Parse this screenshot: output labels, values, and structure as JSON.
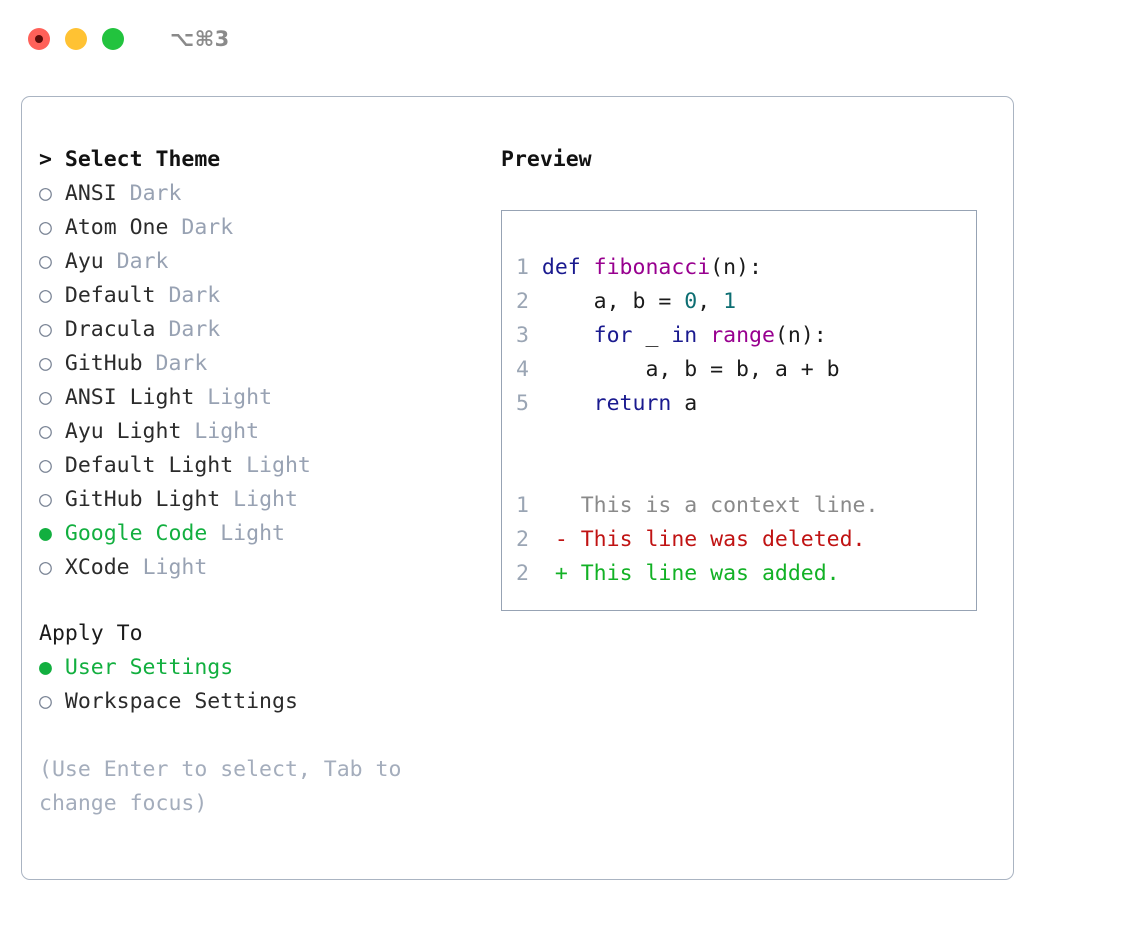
{
  "window": {
    "shortcut_label": "⌥⌘3",
    "traffic_lights": [
      "close-red",
      "minimize-yellow",
      "maximize-green"
    ]
  },
  "theme_panel": {
    "heading": "> Select Theme",
    "selected_theme": "Google Code",
    "items": [
      {
        "marker": "○",
        "name": "ANSI",
        "tag": "Dark",
        "selected": false
      },
      {
        "marker": "○",
        "name": "Atom One",
        "tag": "Dark",
        "selected": false
      },
      {
        "marker": "○",
        "name": "Ayu",
        "tag": "Dark",
        "selected": false
      },
      {
        "marker": "○",
        "name": "Default",
        "tag": "Dark",
        "selected": false
      },
      {
        "marker": "○",
        "name": "Dracula",
        "tag": "Dark",
        "selected": false
      },
      {
        "marker": "○",
        "name": "GitHub",
        "tag": "Dark",
        "selected": false
      },
      {
        "marker": "○",
        "name": "ANSI Light",
        "tag": "Light",
        "selected": false
      },
      {
        "marker": "○",
        "name": "Ayu Light",
        "tag": "Light",
        "selected": false
      },
      {
        "marker": "○",
        "name": "Default Light",
        "tag": "Light",
        "selected": false
      },
      {
        "marker": "○",
        "name": "GitHub Light",
        "tag": "Light",
        "selected": false
      },
      {
        "marker": "●",
        "name": "Google Code",
        "tag": "Light",
        "selected": true
      },
      {
        "marker": "○",
        "name": "XCode",
        "tag": "Light",
        "selected": false
      }
    ]
  },
  "apply_to": {
    "heading": "Apply To",
    "selected": "User Settings",
    "items": [
      {
        "marker": "●",
        "name": "User Settings",
        "selected": true
      },
      {
        "marker": "○",
        "name": "Workspace Settings",
        "selected": false
      }
    ]
  },
  "hint": "(Use Enter to select, Tab to\nchange focus)",
  "preview": {
    "heading": "Preview",
    "code_lines": [
      {
        "num": "1",
        "tokens": [
          {
            "t": "def ",
            "c": "kw"
          },
          {
            "t": "fibonacci",
            "c": "fn"
          },
          {
            "t": "(n):",
            "c": "txt"
          }
        ]
      },
      {
        "num": "2",
        "tokens": [
          {
            "t": "    a, b = ",
            "c": "txt"
          },
          {
            "t": "0",
            "c": "num"
          },
          {
            "t": ", ",
            "c": "txt"
          },
          {
            "t": "1",
            "c": "num"
          }
        ]
      },
      {
        "num": "3",
        "tokens": [
          {
            "t": "    ",
            "c": "txt"
          },
          {
            "t": "for",
            "c": "kw"
          },
          {
            "t": " _ ",
            "c": "txt"
          },
          {
            "t": "in",
            "c": "kw"
          },
          {
            "t": " ",
            "c": "txt"
          },
          {
            "t": "range",
            "c": "fn"
          },
          {
            "t": "(n):",
            "c": "txt"
          }
        ]
      },
      {
        "num": "4",
        "tokens": [
          {
            "t": "        a, b = b, a + b",
            "c": "txt"
          }
        ]
      },
      {
        "num": "5",
        "tokens": [
          {
            "t": "    ",
            "c": "txt"
          },
          {
            "t": "return",
            "c": "kw"
          },
          {
            "t": " a",
            "c": "txt"
          }
        ]
      }
    ],
    "diff_lines": [
      {
        "num": "1",
        "marker": " ",
        "text": "This is a context line.",
        "kind": "ctx"
      },
      {
        "num": "2",
        "marker": "-",
        "text": "This line was deleted.",
        "kind": "del"
      },
      {
        "num": "2",
        "marker": "+",
        "text": "This line was added.",
        "kind": "add"
      }
    ]
  },
  "colors": {
    "accent_green": "#12af3f",
    "muted_gray": "#98a2b3",
    "hint_gray": "#a4adbc",
    "border": "#aab4c2",
    "keyword": "#1a1a8f",
    "function": "#98008f",
    "number": "#0d6e72",
    "diff_add": "#12b125",
    "diff_del": "#c01313",
    "diff_ctx": "#8a8a8a",
    "line_number": "#9aa5b4",
    "tl_red": "#FF6159",
    "tl_yellow": "#FFC233",
    "tl_green": "#22C33E"
  }
}
